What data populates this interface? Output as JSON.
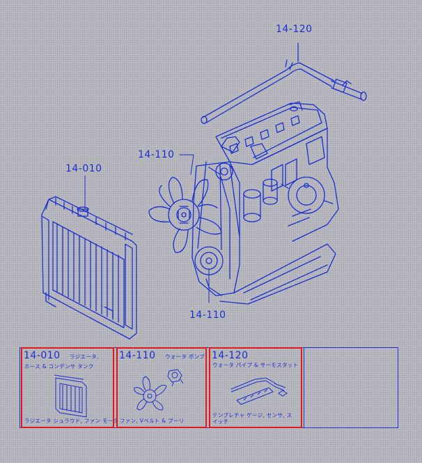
{
  "callouts": {
    "top_pipe": "14-120",
    "fan_upper": "14-110",
    "radiator": "14-010",
    "pulley_lower": "14-110"
  },
  "index": {
    "cells": [
      {
        "code": "14-010",
        "title": "ラジエータ,",
        "subtitle": "ホース & コンデンサ タンク",
        "footer": "ラジエータ シュラウド, ファン モータ"
      },
      {
        "code": "14-110",
        "title": "ウォータ ポンプ",
        "subtitle": "",
        "footer": "ファン, Vベルト & プーリ"
      },
      {
        "code": "14-120",
        "title": "",
        "subtitle": "ウォータ パイプ & サーモスタット",
        "footer": "テンプレチャ ゲージ, センサ, スイッチ"
      }
    ]
  },
  "colors": {
    "ink": "#1a2fd0",
    "highlight": "#e01818",
    "background": "#b4b4bc"
  }
}
